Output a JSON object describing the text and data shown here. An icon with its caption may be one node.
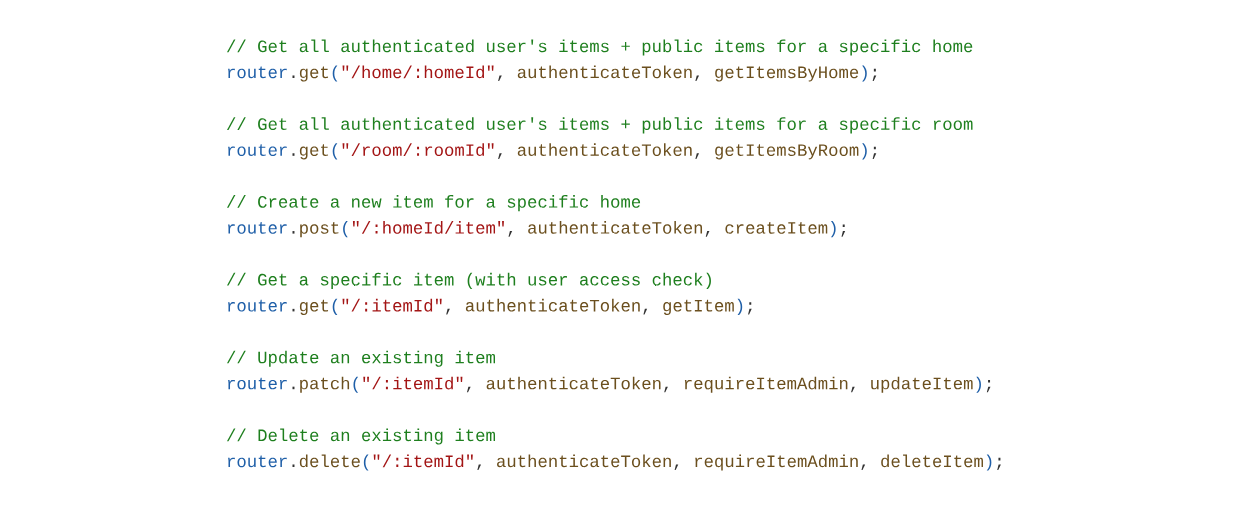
{
  "diagram": {
    "labels": [
      "// Get all authenticated user's items + public items for a specific home",
      "router",
      ".",
      "get",
      "(",
      "\"/home/:homeId\"",
      ",",
      "authenticateToken",
      ",",
      "getItemsByHome",
      ")",
      ";",
      "// Get all authenticated user's items + public items for a specific room",
      "router",
      ".",
      "get",
      "(",
      "\"/room/:roomId\"",
      ",",
      "authenticateToken",
      ",",
      "getItemsByRoom",
      ")",
      ";",
      "// Create a new item for a specific home",
      "router",
      ".",
      "post",
      "(",
      "\"/:homeId/item\"",
      ",",
      "authenticateToken",
      ",",
      "createItem",
      ")",
      ";",
      "// Get a specific item (with user access check)",
      "router",
      ".",
      "get",
      "(",
      "\"/:itemId\"",
      ",",
      "authenticateToken",
      ",",
      "getItem",
      ")",
      ";",
      "// Update an existing item",
      "router",
      ".",
      "patch",
      "(",
      "\"/:itemId\"",
      ",",
      "authenticateToken",
      ",",
      "requireItemAdmin",
      ",",
      "updateItem",
      ")",
      ";",
      "// Delete an existing item",
      "router",
      ".",
      "delete",
      "(",
      "\"/:itemId\"",
      ",",
      "authenticateToken",
      ",",
      "requireItemAdmin",
      ",",
      "deleteItem",
      ")",
      ";"
    ]
  }
}
